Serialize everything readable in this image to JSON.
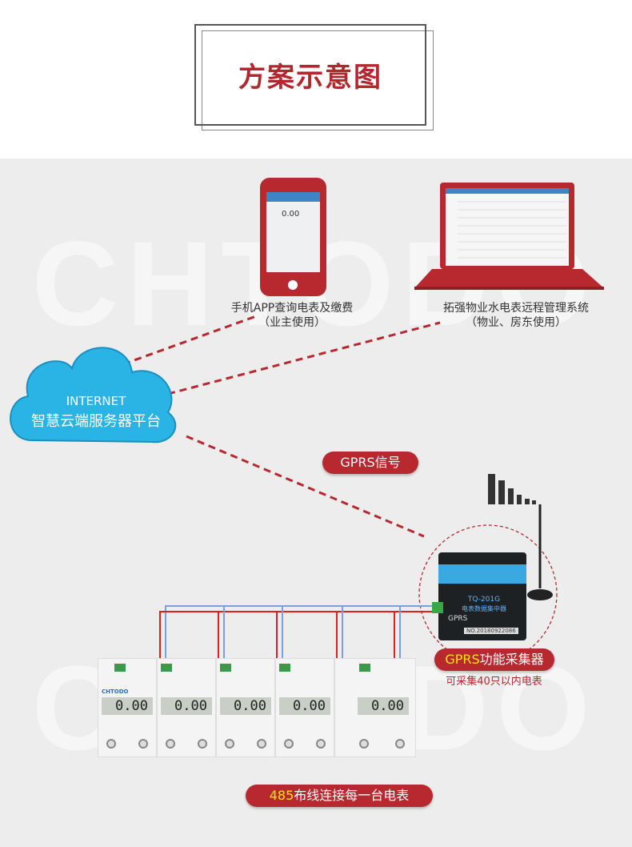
{
  "title": "方案示意图",
  "watermark": "CHTODO",
  "phone": {
    "screen_value": "0.00",
    "label_line1": "手机APP查询电表及缴费",
    "label_line2": "（业主使用）"
  },
  "laptop": {
    "label_line1": "拓强物业水电表远程管理系统",
    "label_line2": "（物业、房东使用）"
  },
  "cloud": {
    "line1": "INTERNET",
    "line2": "智慧云端服务器平台",
    "color": "#29b6e8"
  },
  "gprs_signal_label": "GPRS信号",
  "collector": {
    "model": "TQ-201G",
    "name_on_device": "电表数据集中器",
    "gprs": "GPRS",
    "serial": "NO.20180922086",
    "label_highlight": "GPRS",
    "label_rest": "功能采集器",
    "sub_label": "可采集40只以内电表"
  },
  "meters": [
    {
      "brand": "CHTODO",
      "reading": "0.00"
    },
    {
      "brand": "",
      "reading": "0.00"
    },
    {
      "brand": "",
      "reading": "0.00"
    },
    {
      "brand": "",
      "reading": "0.00"
    },
    {
      "brand": "",
      "reading": "0.00"
    }
  ],
  "bottom": {
    "highlight": "485",
    "rest": "布线连接每一台电表"
  },
  "colors": {
    "accent": "#b8282f",
    "highlight": "#ffe600",
    "wire_red": "#e02020",
    "wire_blue": "#7a9ee8"
  }
}
